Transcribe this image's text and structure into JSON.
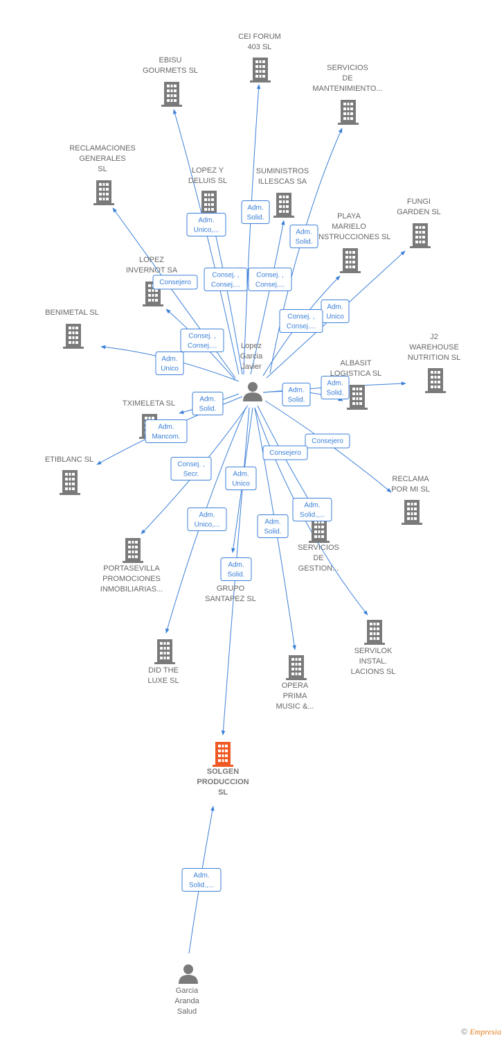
{
  "colors": {
    "edge": "#3a7fd8",
    "company": "#7a7a7a",
    "focus": "#ef5a24",
    "person": "#7a7a7a"
  },
  "nodes": [
    {
      "id": "lopez",
      "type": "person",
      "label": [
        "Lopez",
        "Garcia",
        "Javier"
      ]
    },
    {
      "id": "garcia",
      "type": "person",
      "label": [
        "Garcia",
        "Aranda",
        "Salud"
      ]
    },
    {
      "id": "solgen",
      "type": "focus",
      "label": [
        "SOLGEN",
        "PRODUCCION",
        "SL"
      ]
    },
    {
      "id": "ceiforum",
      "type": "company",
      "label": [
        "CEI FORUM",
        "403  SL"
      ]
    },
    {
      "id": "ebisu",
      "type": "company",
      "label": [
        "EBISU",
        "GOURMETS  SL"
      ]
    },
    {
      "id": "servmant",
      "type": "company",
      "label": [
        "SERVICIOS",
        "DE",
        "MANTENIMIENTO..."
      ]
    },
    {
      "id": "reclgen",
      "type": "company",
      "label": [
        "RECLAMACIONES",
        "GENERALES",
        "SL"
      ]
    },
    {
      "id": "lopezdeluis",
      "type": "company",
      "label": [
        "LOPEZ Y",
        "DELUIS SL"
      ]
    },
    {
      "id": "suministros",
      "type": "company",
      "label": [
        "SUMINISTROS",
        "ILLESCAS SA"
      ]
    },
    {
      "id": "playa",
      "type": "company",
      "label": [
        "PLAYA",
        "MARIELO",
        "CONSTRUCCIONES SL"
      ]
    },
    {
      "id": "fungi",
      "type": "company",
      "label": [
        "FUNGI",
        "GARDEN  SL"
      ]
    },
    {
      "id": "lopezinv",
      "type": "company",
      "label": [
        "LOPEZ",
        "INVERNOT SA"
      ]
    },
    {
      "id": "benimetal",
      "type": "company",
      "label": [
        "BENIMETAL SL"
      ]
    },
    {
      "id": "j2",
      "type": "company",
      "label": [
        "J2",
        "WAREHOUSE",
        "NUTRITION  SL"
      ]
    },
    {
      "id": "albasit",
      "type": "company",
      "label": [
        "ALBASIT",
        "LOGISTICA  SL"
      ]
    },
    {
      "id": "tximeleta",
      "type": "company",
      "label": [
        "TXIMELETA SL"
      ]
    },
    {
      "id": "etiblanc",
      "type": "company",
      "label": [
        "ETIBLANC  SL"
      ]
    },
    {
      "id": "reclamapormi",
      "type": "company",
      "label": [
        "RECLAMA",
        "POR MI  SL"
      ]
    },
    {
      "id": "portasevilla",
      "type": "company",
      "label": [
        "PORTASEVILLA",
        "PROMOCIONES",
        "INMOBILIARIAS..."
      ]
    },
    {
      "id": "servgest",
      "type": "company",
      "label": [
        "SERVICIOS",
        "DE",
        "GESTION..."
      ]
    },
    {
      "id": "santapez",
      "type": "company",
      "label": [
        "GRUPO",
        "SANTAPEZ  SL"
      ]
    },
    {
      "id": "servilok",
      "type": "company",
      "label": [
        "SERVILOK",
        "INSTAL.",
        "LACIONS SL"
      ]
    },
    {
      "id": "didthe",
      "type": "company",
      "label": [
        "DID THE",
        "LUXE SL"
      ]
    },
    {
      "id": "opera",
      "type": "company",
      "label": [
        "OPERA",
        "PRIMA",
        "MUSIC &..."
      ]
    }
  ],
  "roles": [
    {
      "id": "r1",
      "lines": [
        "Adm.",
        "Unico,..."
      ]
    },
    {
      "id": "r2",
      "lines": [
        "Adm.",
        "Solid."
      ]
    },
    {
      "id": "r3",
      "lines": [
        "Adm.",
        "Solid."
      ]
    },
    {
      "id": "r4",
      "lines": [
        "Consejero"
      ]
    },
    {
      "id": "r5",
      "lines": [
        "Consej. ,",
        "Consej...."
      ]
    },
    {
      "id": "r6",
      "lines": [
        "Consej. ,",
        "Consej...."
      ]
    },
    {
      "id": "r7",
      "lines": [
        "Adm.",
        "Unico"
      ]
    },
    {
      "id": "r8",
      "lines": [
        "Consej. ,",
        "Consej...."
      ]
    },
    {
      "id": "r9",
      "lines": [
        "Consej. ,",
        "Consej...."
      ]
    },
    {
      "id": "r10",
      "lines": [
        "Adm.",
        "Unico"
      ]
    },
    {
      "id": "r11",
      "lines": [
        "Adm.",
        "Solid."
      ]
    },
    {
      "id": "r12",
      "lines": [
        "Adm.",
        "Solid."
      ]
    },
    {
      "id": "r13",
      "lines": [
        "Adm.",
        "Solid."
      ]
    },
    {
      "id": "r14",
      "lines": [
        "Adm.",
        "Mancom."
      ]
    },
    {
      "id": "r15",
      "lines": [
        "Consejero"
      ]
    },
    {
      "id": "r16",
      "lines": [
        "Consejero"
      ]
    },
    {
      "id": "r17",
      "lines": [
        "Consej. ,",
        "Secr."
      ]
    },
    {
      "id": "r18",
      "lines": [
        "Adm.",
        "Unico"
      ]
    },
    {
      "id": "r19",
      "lines": [
        "Adm.",
        "Unico,..."
      ]
    },
    {
      "id": "r20",
      "lines": [
        "Adm.",
        "Solid.,..."
      ]
    },
    {
      "id": "r21",
      "lines": [
        "Adm.",
        "Solid."
      ]
    },
    {
      "id": "r22",
      "lines": [
        "Adm.",
        "Solid."
      ]
    },
    {
      "id": "r23",
      "lines": [
        "Adm.",
        "Solid.,..."
      ]
    }
  ],
  "footer": {
    "copyright": "©",
    "brand": "Empresia"
  }
}
